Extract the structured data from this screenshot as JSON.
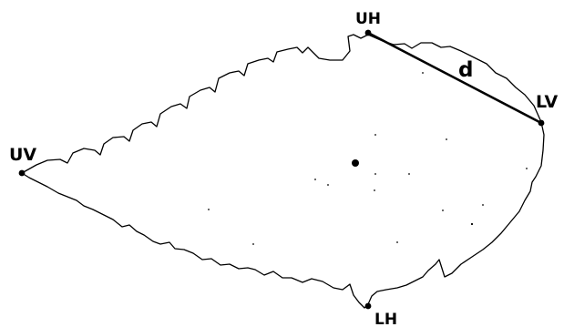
{
  "points": {
    "uv": "UV",
    "uh": "UH",
    "lv": "LV",
    "lh": "LH"
  },
  "segment_label": "d",
  "colors": {
    "ink": "#000000",
    "background": "#ffffff"
  }
}
